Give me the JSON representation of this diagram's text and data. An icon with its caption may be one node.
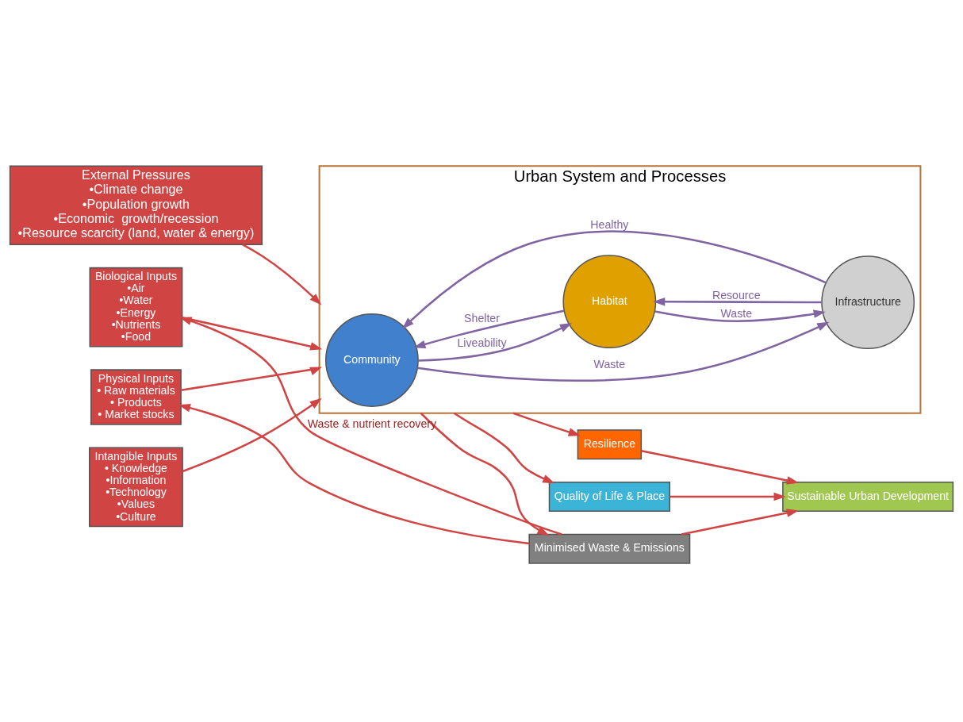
{
  "diagram": {
    "nodes": [
      {
        "text": [
          "External Pressures",
          "•Climate change",
          "•Population growth",
          "•Economic  growth/recession",
          "•Resource scarcity (land, water & energy)"
        ]
      },
      {
        "text": [
          "Intangible Inputs",
          "• Knowledge",
          "•Information",
          "•Technology",
          "•Values",
          "•Culture"
        ]
      },
      {
        "text": [
          "Biological Inputs",
          "•Air",
          "•Water",
          "•Energy",
          "•Nutrients",
          "•Food"
        ]
      },
      {
        "text": [
          "Physical Inputs",
          "• Raw materials",
          "• Products",
          "• Market stocks"
        ]
      },
      {
        "text": [
          "Urban System and Processes"
        ]
      },
      {
        "text": [
          "Community"
        ],
        "in": 4
      },
      {
        "text": [
          "Habitat"
        ],
        "in": 4
      },
      {
        "text": [
          "Infrastructure"
        ],
        "in": 4
      },
      {
        "text": [
          "Resilience"
        ]
      },
      {
        "text": [
          "Quality of Life & Place"
        ]
      },
      {
        "text": [
          "Minimised Waste & Emissions"
        ]
      },
      {
        "text": [
          "Sustainable Urban Development"
        ]
      }
    ],
    "edges": [
      {
        "from": 0,
        "to": 4,
        "arrow": "to"
      },
      {
        "from": 1,
        "to": 4,
        "arrow": "to"
      },
      {
        "from": 2,
        "to": 4,
        "arrow": "to"
      },
      {
        "from": 3,
        "to": 4,
        "arrow": "to"
      },
      {
        "from": 5,
        "to": 6,
        "arrow": "to",
        "label": "Liveability",
        "color": "#8064a2"
      },
      {
        "from": 6,
        "to": 5,
        "arrow": "to",
        "label": "Shelter",
        "color": "#8064a2"
      },
      {
        "from": 5,
        "to": 7,
        "arrow": "to",
        "label": "Waste",
        "color": "#8064a2"
      },
      {
        "from": 7,
        "to": 5,
        "arrow": "to",
        "label": "Healthy",
        "color": "#8064a2"
      },
      {
        "from": 7,
        "to": 6,
        "arrow": "to",
        "label": "Resource",
        "color": "#8064a2"
      },
      {
        "from": 6,
        "to": 7,
        "arrow": "to",
        "label": "Waste",
        "color": "#8064a2"
      },
      {
        "from": 4,
        "to": 8,
        "arrow": "to"
      },
      {
        "from": 4,
        "to": 9,
        "arrow": "to"
      },
      {
        "from": 4,
        "to": 10,
        "arrow": "to"
      },
      {
        "from": 8,
        "to": 11,
        "arrow": "to"
      },
      {
        "from": 9,
        "to": 11,
        "arrow": "to"
      },
      {
        "from": 10,
        "to": 11,
        "arrow": "to"
      },
      {
        "from": 10,
        "to": 2,
        "arrow": "to",
        "label": "Waste & nutrient recovery"
      },
      {
        "from": 10,
        "to": 3,
        "arrow": "to"
      }
    ]
  }
}
